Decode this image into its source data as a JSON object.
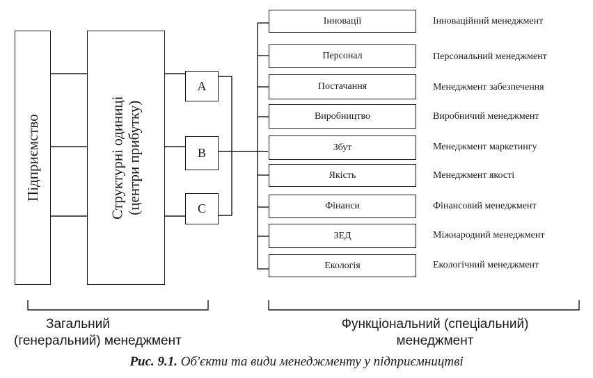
{
  "left": {
    "enterprise": "Підприємство",
    "units_line1": "Структурні одиниці",
    "units_line2": "(центри прибутку)",
    "letters": [
      "A",
      "B",
      "C"
    ]
  },
  "functions": [
    {
      "area": "Інновації",
      "management": "Інноваційний менеджмент"
    },
    {
      "area": "Персонал",
      "management": "Персональний менеджмент"
    },
    {
      "area": "Постачання",
      "management": "Менеджмент забезпечення"
    },
    {
      "area": "Виробництво",
      "management": "Виробничий менеджмент"
    },
    {
      "area": "Збут",
      "management": "Менеджмент маркетингу"
    },
    {
      "area": "Якість",
      "management": "Менеджмент якості"
    },
    {
      "area": "Фінанси",
      "management": "Фінансовий менеджмент"
    },
    {
      "area": "ЗЕД",
      "management": "Міжнародний менеджмент"
    },
    {
      "area": "Екологія",
      "management": "Екологічний менеджмент"
    }
  ],
  "bottom": {
    "general_line1": "Загальний",
    "general_line2": "(генеральний) менеджмент",
    "functional_line1": "Функціональний (спеціальний)",
    "functional_line2": "менеджмент"
  },
  "caption": {
    "number": "Рис. 9.1.",
    "text": "Об'єкти та види менеджменту у підприємництві"
  }
}
